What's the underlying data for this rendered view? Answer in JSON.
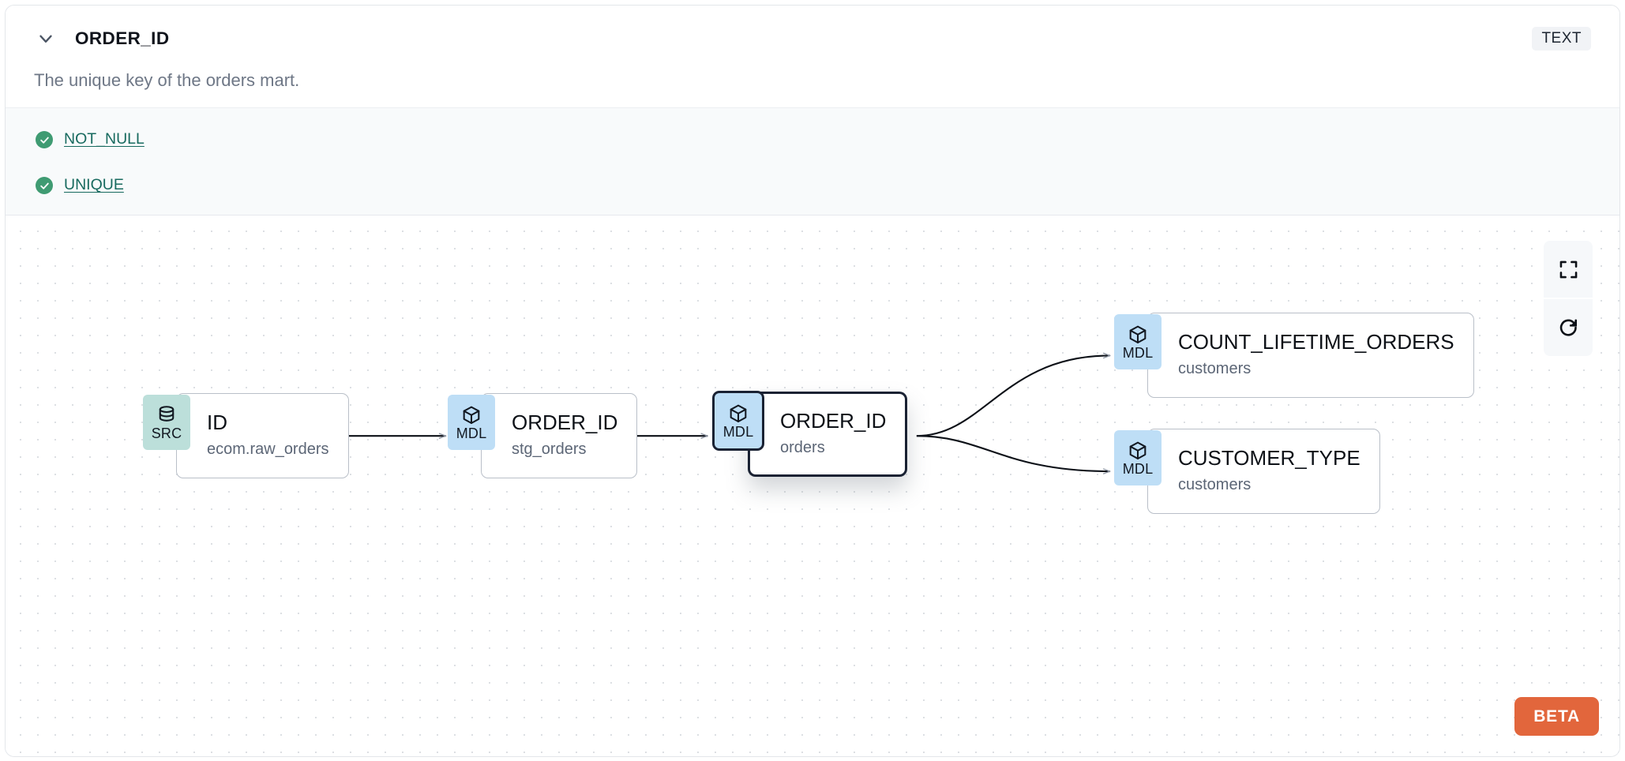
{
  "header": {
    "chevron_icon": "chevron-down-icon",
    "title": "ORDER_ID",
    "type_badge": "TEXT",
    "description": "The unique key of the orders mart."
  },
  "tests": [
    {
      "icon": "check-circle-icon",
      "label": "NOT_NULL"
    },
    {
      "icon": "check-circle-icon",
      "label": "UNIQUE"
    }
  ],
  "lineage": {
    "nodes": [
      {
        "id": "src_id",
        "badge": "SRC",
        "badge_icon": "database-icon",
        "name": "ID",
        "resource": "ecom.raw_orders",
        "selected": false
      },
      {
        "id": "stg_order_id",
        "badge": "MDL",
        "badge_icon": "cube-icon",
        "name": "ORDER_ID",
        "resource": "stg_orders",
        "selected": false
      },
      {
        "id": "orders_order_id",
        "badge": "MDL",
        "badge_icon": "cube-icon",
        "name": "ORDER_ID",
        "resource": "orders",
        "selected": true
      },
      {
        "id": "count_lifetime",
        "badge": "MDL",
        "badge_icon": "cube-icon",
        "name": "COUNT_LIFETIME_ORDERS",
        "resource": "customers",
        "selected": false
      },
      {
        "id": "customer_type",
        "badge": "MDL",
        "badge_icon": "cube-icon",
        "name": "CUSTOMER_TYPE",
        "resource": "customers",
        "selected": false
      }
    ],
    "edges": [
      {
        "from": "src_id",
        "to": "stg_order_id"
      },
      {
        "from": "stg_order_id",
        "to": "orders_order_id"
      },
      {
        "from": "orders_order_id",
        "to": "count_lifetime"
      },
      {
        "from": "orders_order_id",
        "to": "customer_type"
      }
    ]
  },
  "controls": [
    {
      "icon": "fit-view-icon",
      "name": "fit-view-button"
    },
    {
      "icon": "refresh-icon",
      "name": "refresh-button"
    }
  ],
  "beta_badge": "BETA",
  "colors": {
    "src_badge": "#bcdfda",
    "mdl_badge": "#bedef6",
    "test_pass": "#3f9b72",
    "test_link": "#186a5f",
    "beta": "#e2663c",
    "selected_border": "#1a2233"
  }
}
